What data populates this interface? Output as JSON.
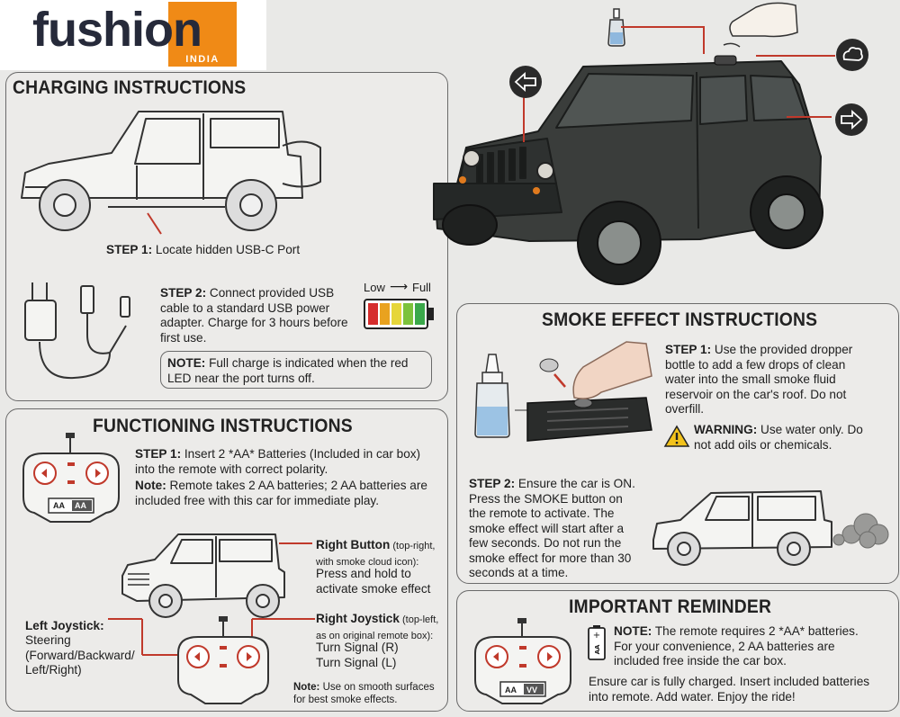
{
  "logo": {
    "brand": "fushion",
    "sub": "INDIA"
  },
  "charging": {
    "title": "CHARGING INSTRUCTIONS",
    "step1_label": "STEP 1:",
    "step1_text": " Locate hidden USB-C Port",
    "step2_label": "STEP 2:",
    "step2_text": " Connect provided USB cable to a standard USB power adapter. Charge for 3 hours before first use.",
    "battery_low": "Low",
    "battery_full": "Full",
    "note_label": "NOTE:",
    "note_text": " Full charge is indicated when the red LED near the port turns off."
  },
  "functioning": {
    "title": "FUNCTIONING INSTRUCTIONS",
    "step1_label": "STEP 1:",
    "step1_text": " Insert 2 *AA* Batteries (Included in car box) into the remote with correct polarity.",
    "note_label": "Note:",
    "note_text": " Remote takes 2 AA batteries; 2 AA batteries are included free with this car for immediate play.",
    "battery_a": "AA",
    "battery_b": "AA",
    "right_button_label": "Right Button",
    "right_button_sub": " (top-right, with smoke cloud icon):",
    "right_button_text": "Press and hold to activate smoke effect",
    "left_joystick_label": "Left Joystick:",
    "left_joystick_text": "Steering (Forward/Backward/ Left/Right)",
    "right_joystick_label": "Right Joystick",
    "right_joystick_sub": " (top-left, as on original remote box):",
    "right_joystick_text1": "Turn Signal (R)",
    "right_joystick_text2": "Turn Signal (L)",
    "bottom_note_label": "Note:",
    "bottom_note_text": " Use on smooth surfaces for best smoke effects."
  },
  "smoke": {
    "title": "SMOKE EFFECT INSTRUCTIONS",
    "step1_label": "STEP 1:",
    "step1_text": " Use the provided dropper bottle to add a few drops of clean water into the small smoke fluid reservoir on the car's roof. Do not overfill.",
    "warning_label": "WARNING:",
    "warning_text": " Use water only. Do not add oils or chemicals.",
    "step2_label": "STEP 2:",
    "step2_text": " Ensure the car is ON. Press the SMOKE button on the remote to activate. The smoke effect will start after a few seconds. Do not run the smoke effect for more than 30 seconds at a time."
  },
  "reminder": {
    "title": "IMPORTANT REMINDER",
    "note_label": "NOTE:",
    "note_text": " The remote requires 2 *AA* batteries. For your convenience, 2 AA batteries are included free inside the car box.",
    "footer_text": "Ensure car is fully charged. Insert included batteries into remote. Add water. Enjoy the ride!",
    "battery_a": "AA",
    "battery_b": "VV"
  },
  "colors": {
    "accent_red": "#c0392b",
    "logo_orange": "#f08a16",
    "logo_navy": "#262a3a",
    "icon_dark": "#2a2a2a"
  },
  "icons": [
    "dropper-bottle-icon",
    "hand-icon",
    "smoke-cloud-icon",
    "left-arrow-icon",
    "right-arrow-icon",
    "warning-icon"
  ]
}
